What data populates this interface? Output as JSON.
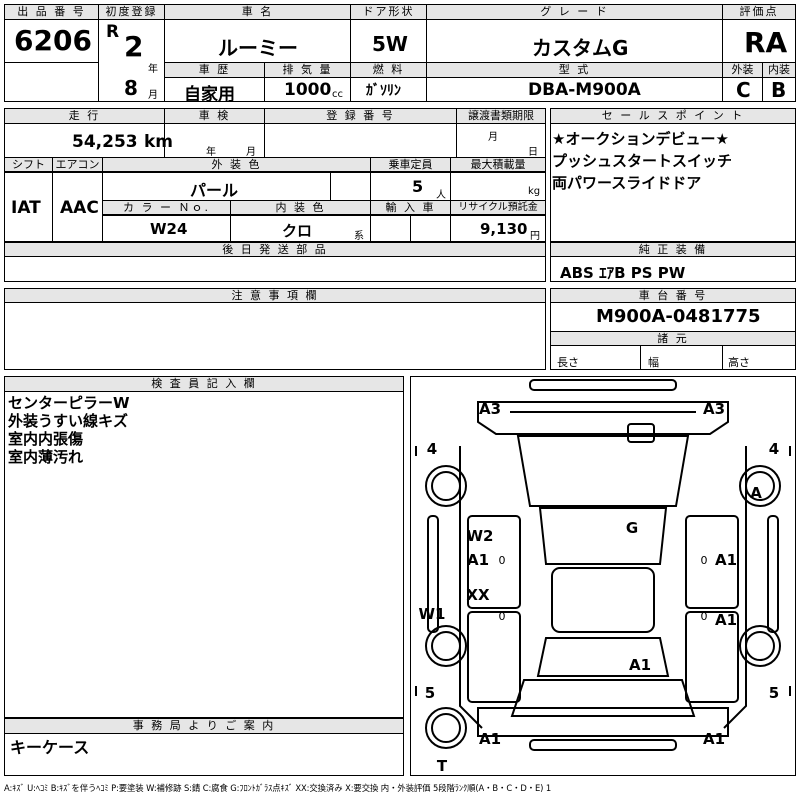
{
  "header": {
    "lot_label": "出 品 番 号",
    "lot_value": "6206",
    "first_reg_label": "初度登録",
    "era": "R",
    "year": "2",
    "year_unit": "年",
    "month": "8",
    "month_unit": "月",
    "car_name_label": "車 名",
    "car_name": "ルーミー",
    "door_label": "ドア形状",
    "door": "5W",
    "grade_label": "グ レ ー ド",
    "grade": "カスタムG",
    "score_label": "評価点",
    "score": "RA",
    "history_label": "車 歴",
    "history": "自家用",
    "displacement_label": "排 気 量",
    "displacement": "1000",
    "displacement_unit": "cc",
    "fuel_label": "燃 料",
    "fuel": "ｶﾞｿﾘﾝ",
    "model_label": "型 式",
    "model": "DBA-M900A",
    "exterior_label": "外装",
    "exterior": "C",
    "interior_label": "内装",
    "interior": "B"
  },
  "row2": {
    "mileage_label": "走 行",
    "mileage": "54,253",
    "mileage_unit": "km",
    "inspection_label": "車 検",
    "insp_year_unit": "年",
    "insp_month_unit": "月",
    "reg_no_label": "登 録 番 号",
    "transfer_label": "譲渡書類期限",
    "transfer_month_unit": "月",
    "transfer_day_unit": "日",
    "sales_label": "セ ー ル ス ポ イ ン ト",
    "sales_points": [
      "★オークションデビュー★",
      "プッシュスタートスイッチ",
      "両パワースライドドア"
    ],
    "shift_label": "シフト",
    "shift": "IAT",
    "ac_label": "エアコン",
    "ac": "AAC",
    "ext_color_label": "外 装 色",
    "ext_color": "パール",
    "capacity_label": "乗車定員",
    "capacity": "5",
    "capacity_unit": "人",
    "max_load_label": "最大積載量",
    "max_load_unit": "kg",
    "color_no_label": "カ ラ ー Ｎｏ.",
    "color_no": "W24",
    "int_color_label": "内 装 色",
    "int_color": "クロ",
    "int_color_unit": "系",
    "import_label": "輸 入 車",
    "recycle_label": "リサイクル預託金",
    "recycle": "9,130",
    "recycle_unit": "円"
  },
  "later_parts_label": "後 日 発 送 部 品",
  "equipment_label": "純 正 装 備",
  "equipment": "ABS ｴｱB PS PW",
  "caution_label": "注 意 事 項 欄",
  "chassis_label": "車 台 番 号",
  "chassis": "M900A-0481775",
  "specs_label": "諸 元",
  "length_label": "長さ",
  "width_label": "幅",
  "height_label": "高さ",
  "inspector_label": "検 査 員 記 入 欄",
  "inspector_notes": [
    "センターピラーW",
    "外装うすい線キズ",
    "室内内張傷",
    "室内薄汚れ"
  ],
  "office_label": "事 務 局 よ り ご 案 内",
  "office_note": "キーケース",
  "legend": "A:ｷｽﾞ U:ﾍｺﾐ B:ｷｽﾞを伴うﾍｺﾐ P:要塗装 W:補修跡 S:錆 C:腐食 G:ﾌﾛﾝﾄｶﾞﾗｽ点ｷｽﾞ XX:交換済み X:要交換 内・外装評価 5段階ﾗﾝｸ順(A・B・C・D・E) 1",
  "diagram": {
    "marks": {
      "front_left": "A3",
      "front_right": "A3",
      "tire_fl": "4",
      "tire_fr": "4",
      "fr_wheel_mark": "A",
      "windshield": "G",
      "left_front_upper": "W2",
      "left_front_lower": "A1",
      "left_rear": "XX",
      "left_sill": "W1",
      "right_front": "A1",
      "right_rear": "A1",
      "rear_glass_mark": "A1",
      "tire_rl": "5",
      "tire_rr": "5",
      "rear_left": "A1",
      "rear_right": "A1",
      "spare": "T",
      "zero_marks": [
        "0",
        "0",
        "0",
        "0"
      ]
    }
  }
}
